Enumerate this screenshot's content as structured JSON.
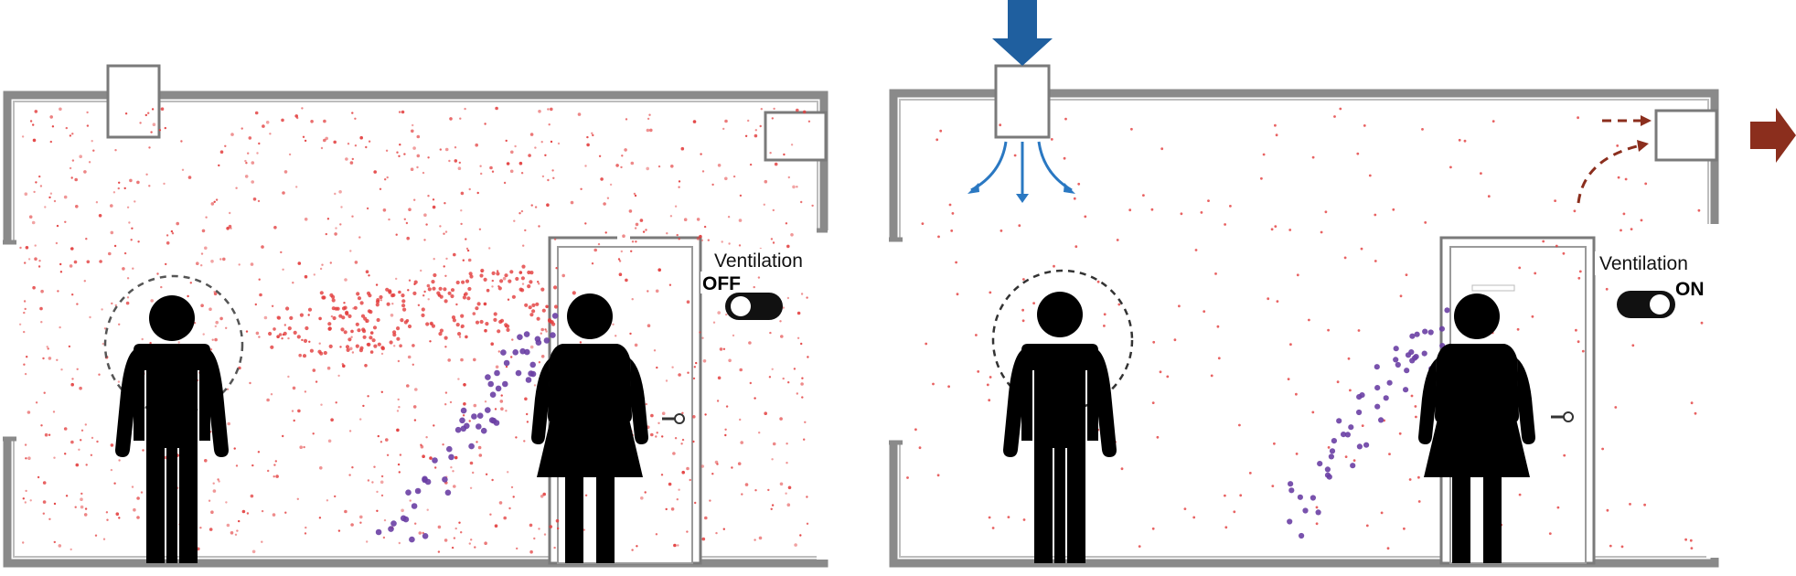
{
  "panels": [
    {
      "id": "ventilation-off",
      "ventilation_label": "Ventilation",
      "ventilation_state": "OFF",
      "switch_on": false
    },
    {
      "id": "ventilation-on",
      "ventilation_label": "Ventilation",
      "ventilation_state": "ON",
      "switch_on": true
    }
  ],
  "colors": {
    "aerosol_red": "#e23b3b",
    "exhaled_purple": "#6a3fa4",
    "supply_arrow_blue": "#1f5f9f",
    "airflow_blue": "#2a78c2",
    "exhaust_arrow_brown": "#8b2e1d",
    "person_black": "#000000",
    "wall_gray": "#8a8a8a",
    "switch_black": "#111111"
  },
  "icons": {
    "person_male": "man-silhouette-icon",
    "person_female": "woman-silhouette-icon",
    "switch": "toggle-switch-icon",
    "supply": "down-arrow-icon",
    "exhaust": "right-arrow-icon"
  },
  "particle_density": {
    "red_off": 1100,
    "red_on": 220,
    "purple_off": 55,
    "purple_on": 50
  }
}
